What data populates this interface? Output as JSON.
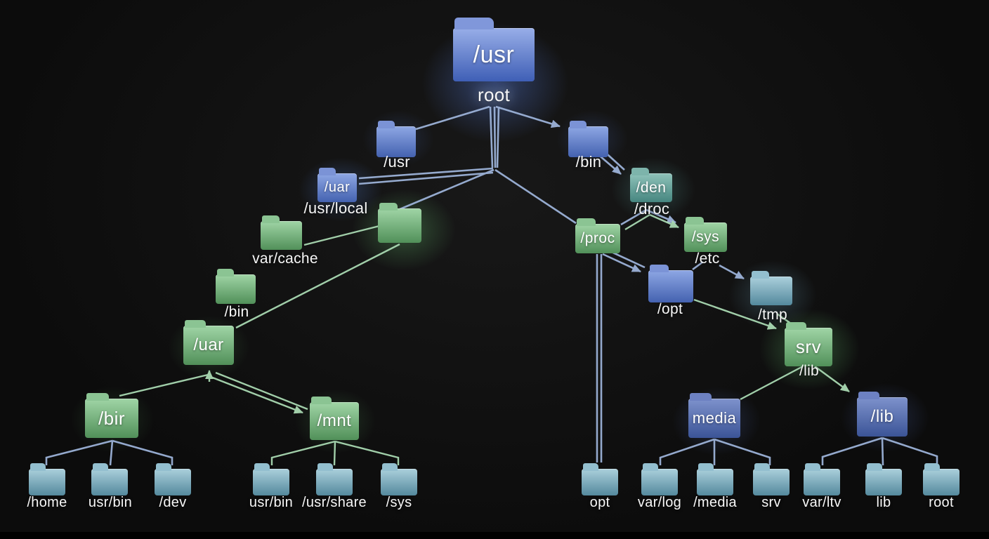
{
  "diagram": {
    "kind": "linux-filesystem-tree",
    "colors": {
      "background": "#0c0c0c",
      "edge_blue": "#9cb2d8",
      "edge_green": "#a9d9b2",
      "folder_blue": "#4462b0",
      "folder_indigo": "#3b5497",
      "folder_teal": "#468680",
      "folder_light_teal": "#54899d",
      "folder_green": "#519059",
      "label_text": "#ffffff"
    }
  },
  "nodes": {
    "root_big": {
      "text": "/usr",
      "caption": "root"
    },
    "usr_l2": {
      "caption": "/usr"
    },
    "uar_blue": {
      "text": "/uar",
      "caption": "/usr/local"
    },
    "bin_l2": {
      "caption": "/bin"
    },
    "den": {
      "text": "/den",
      "caption": "/droc"
    },
    "var_cache": {
      "caption": "var/cache"
    },
    "proc": {
      "text": "/proc"
    },
    "sys_mid": {
      "text": "/sys",
      "caption": "/etc"
    },
    "bin_green": {
      "caption": "/bin"
    },
    "opt_mid": {
      "caption": "/opt"
    },
    "tmp": {
      "caption": "/tmp"
    },
    "uar_green": {
      "text": "/uar"
    },
    "srv": {
      "text": "srv",
      "caption": "/lib"
    },
    "bir": {
      "text": "/bir"
    },
    "mnt": {
      "text": "/mnt"
    },
    "media": {
      "text": "media"
    },
    "lib_mid": {
      "text": "/lib"
    },
    "home": {
      "caption": "/home"
    },
    "usrbin_left": {
      "caption": "usr/bin"
    },
    "dev": {
      "caption": "/dev"
    },
    "usrbin_mid": {
      "caption": "usr/bin"
    },
    "usrshare": {
      "caption": "/usr/share"
    },
    "sys_leaf": {
      "caption": "/sys"
    },
    "opt_leaf": {
      "caption": "opt"
    },
    "varlog": {
      "caption": "var/log"
    },
    "media_leaf": {
      "caption": "/media"
    },
    "srv_leaf": {
      "caption": "srv"
    },
    "varltv": {
      "caption": "var/ltv"
    },
    "lib_leaf": {
      "caption": "lib"
    },
    "root_leaf": {
      "caption": "root"
    }
  }
}
